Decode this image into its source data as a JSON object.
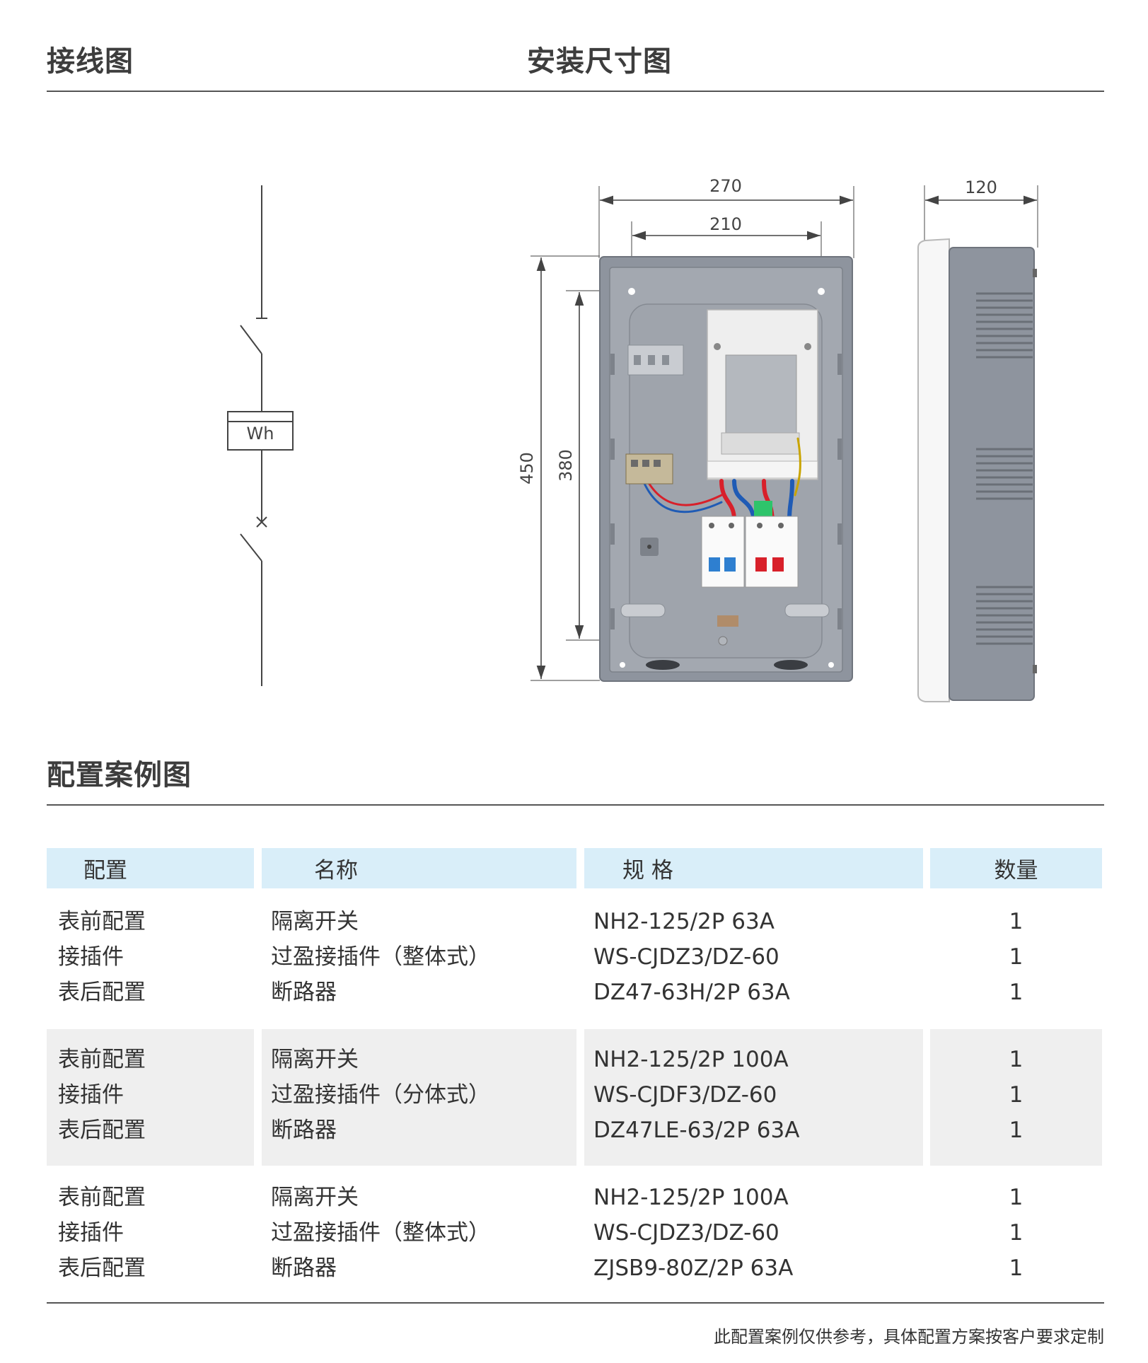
{
  "headings": {
    "wiring": "接线图",
    "install": "安装尺寸图",
    "config": "配置案例图"
  },
  "diagram": {
    "meter_label": "Wh",
    "dims": {
      "outer_width": "270",
      "inner_width": "210",
      "outer_height": "450",
      "inner_height": "380",
      "depth": "120"
    }
  },
  "table": {
    "headers": [
      "配置",
      "名称",
      "规 格",
      "数量"
    ],
    "groups": [
      {
        "config": [
          "表前配置",
          "接插件",
          "表后配置"
        ],
        "name": [
          "隔离开关",
          "过盈接插件（整体式）",
          "断路器"
        ],
        "spec": [
          "NH2-125/2P 63A",
          "WS-CJDZ3/DZ-60",
          "DZ47-63H/2P 63A"
        ],
        "qty": [
          "1",
          "1",
          "1"
        ]
      },
      {
        "config": [
          "表前配置",
          "接插件",
          "表后配置"
        ],
        "name": [
          "隔离开关",
          "过盈接插件（分体式）",
          "断路器"
        ],
        "spec": [
          "NH2-125/2P 100A",
          "WS-CJDF3/DZ-60",
          "DZ47LE-63/2P 63A"
        ],
        "qty": [
          "1",
          "1",
          "1"
        ]
      },
      {
        "config": [
          "表前配置",
          "接插件",
          "表后配置"
        ],
        "name": [
          "隔离开关",
          "过盈接插件（整体式）",
          "断路器"
        ],
        "spec": [
          "NH2-125/2P 100A",
          "WS-CJDZ3/DZ-60",
          "ZJSB9-80Z/2P 63A"
        ],
        "qty": [
          "1",
          "1",
          "1"
        ]
      }
    ]
  },
  "footnote": "此配置案例仅供参考，具体配置方案按客户要求定制",
  "colors": {
    "header_bg": "#d9eef9",
    "band_bg": "#efefef",
    "box_gray": "#8e949e"
  }
}
